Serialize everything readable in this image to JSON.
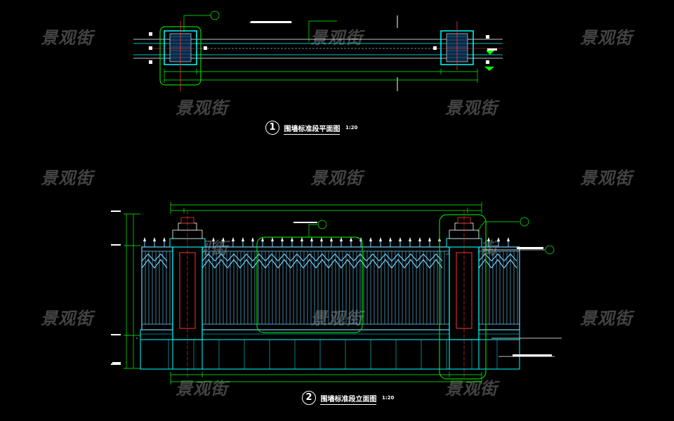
{
  "watermark": "景观街",
  "plan": {
    "number": "1",
    "title": "围墙标准段平面图",
    "scale": "1:20"
  },
  "elevation": {
    "number": "2",
    "title": "围墙标准段立面图",
    "scale": "1:20"
  },
  "colors": {
    "background": "#000000",
    "structure": "#00ffff",
    "fence": "#6fd3ff",
    "dimension": "#00ff00",
    "pillar_inner": "#ff3333",
    "annotation": "#ffffff"
  }
}
